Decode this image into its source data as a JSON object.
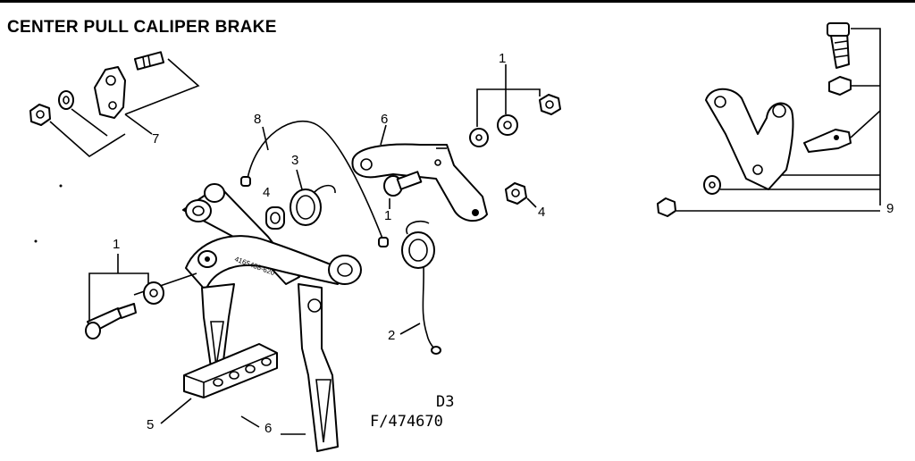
{
  "title": "CENTER PULL CALIPER BRAKE",
  "figure_code": "D3",
  "figure_ref": "F/474670",
  "stamp_text": "4165488-620",
  "callouts": [
    {
      "id": "c1a",
      "label": "1"
    },
    {
      "id": "c1b",
      "label": "1"
    },
    {
      "id": "c1c",
      "label": "1"
    },
    {
      "id": "c2",
      "label": "2"
    },
    {
      "id": "c3",
      "label": "3"
    },
    {
      "id": "c4a",
      "label": "4"
    },
    {
      "id": "c4b",
      "label": "4"
    },
    {
      "id": "c5",
      "label": "5"
    },
    {
      "id": "c6a",
      "label": "6"
    },
    {
      "id": "c6b",
      "label": "6"
    },
    {
      "id": "c7",
      "label": "7"
    },
    {
      "id": "c8",
      "label": "8"
    },
    {
      "id": "c9",
      "label": "9"
    }
  ]
}
